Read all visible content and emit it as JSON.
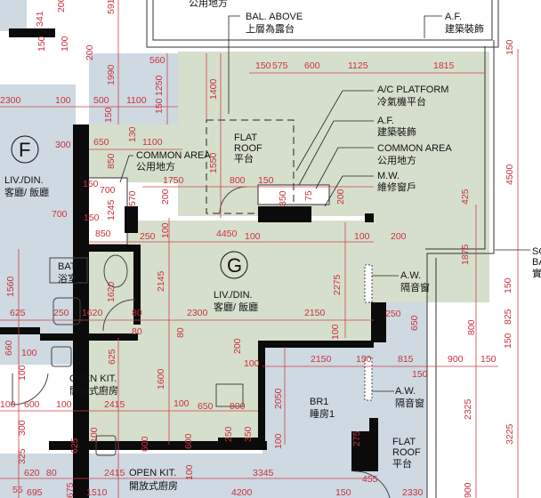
{
  "colors": {
    "green": "#d6dfcb",
    "blue": "#ced9e2",
    "dim": "#c8323e",
    "wall": "#0b0b0b"
  },
  "units": {
    "f": "F",
    "g": "G"
  },
  "labels": {
    "top_common": "公用地方",
    "bal_above": [
      "BAL. ABOVE",
      "上層為露台"
    ],
    "af_top": [
      "A.F.",
      "建築裝飾"
    ],
    "ac_platform": [
      "A/C PLATFORM",
      "冷氣機平台"
    ],
    "af_mid": [
      "A.F.",
      "建築裝飾"
    ],
    "common_right": [
      "COMMON AREA",
      "公用地方"
    ],
    "mw": [
      "M.W.",
      "維修窗戶"
    ],
    "flat_roof_top": [
      "FLAT",
      "ROOF",
      "平台"
    ],
    "common_left": [
      "COMMON AREA",
      "公用地方"
    ],
    "liv_f": [
      "LIV./DIN.",
      "客廳/ 飯廳"
    ],
    "liv_g": [
      "LIV./DIN.",
      "客廳/ 飯廳"
    ],
    "bath": [
      "BATH",
      "浴室"
    ],
    "open_kit": [
      "OPEN KIT.",
      "開放式廚房"
    ],
    "open_kit_2": [
      "OPEN KIT.",
      "開放式廚房"
    ],
    "aw_1": [
      "A.W.",
      "隔音窗"
    ],
    "aw_2": [
      "A.W.",
      "隔音窗"
    ],
    "br1": [
      "BR1",
      "睡房1"
    ],
    "flat_roof_bottom": [
      "FLAT",
      "ROOF",
      "平台"
    ],
    "right_cut": [
      "SC",
      "BA",
      "實"
    ]
  },
  "dims_h": [
    "2300",
    "100",
    "500",
    "1100",
    "300",
    "650",
    "1100",
    "560",
    "150",
    "575",
    "600",
    "1125",
    "1815",
    "1750",
    "800",
    "150",
    "700",
    "150",
    "700",
    "150",
    "850",
    "250",
    "4450",
    "100",
    "100",
    "200",
    "2300",
    "2150",
    "1620",
    "250",
    "625",
    "80",
    "250",
    "100",
    "600",
    "100",
    "2415",
    "100",
    "650",
    "800",
    "2150",
    "150",
    "815",
    "900",
    "150",
    "150",
    "620",
    "80",
    "2415",
    "3345",
    "55",
    "695",
    "1510",
    "4200",
    "455",
    "2330",
    "150",
    "80",
    "100",
    "100"
  ],
  "dims_v": [
    "341",
    "591",
    "200",
    "150",
    "100",
    "1990",
    "1250",
    "150",
    "150",
    "1400",
    "130",
    "850",
    "1550",
    "1245",
    "570",
    "200",
    "100",
    "350",
    "75",
    "200",
    "425",
    "4500",
    "150",
    "1875",
    "2145",
    "1620",
    "2275",
    "80",
    "1600",
    "100",
    "1560",
    "650",
    "625",
    "100",
    "800",
    "825",
    "150",
    "150",
    "2050",
    "2325",
    "3225",
    "100",
    "275",
    "600",
    "250",
    "350",
    "625",
    "100",
    "600",
    "100",
    "675",
    "900",
    "660",
    "300",
    "325",
    "200",
    "200"
  ]
}
